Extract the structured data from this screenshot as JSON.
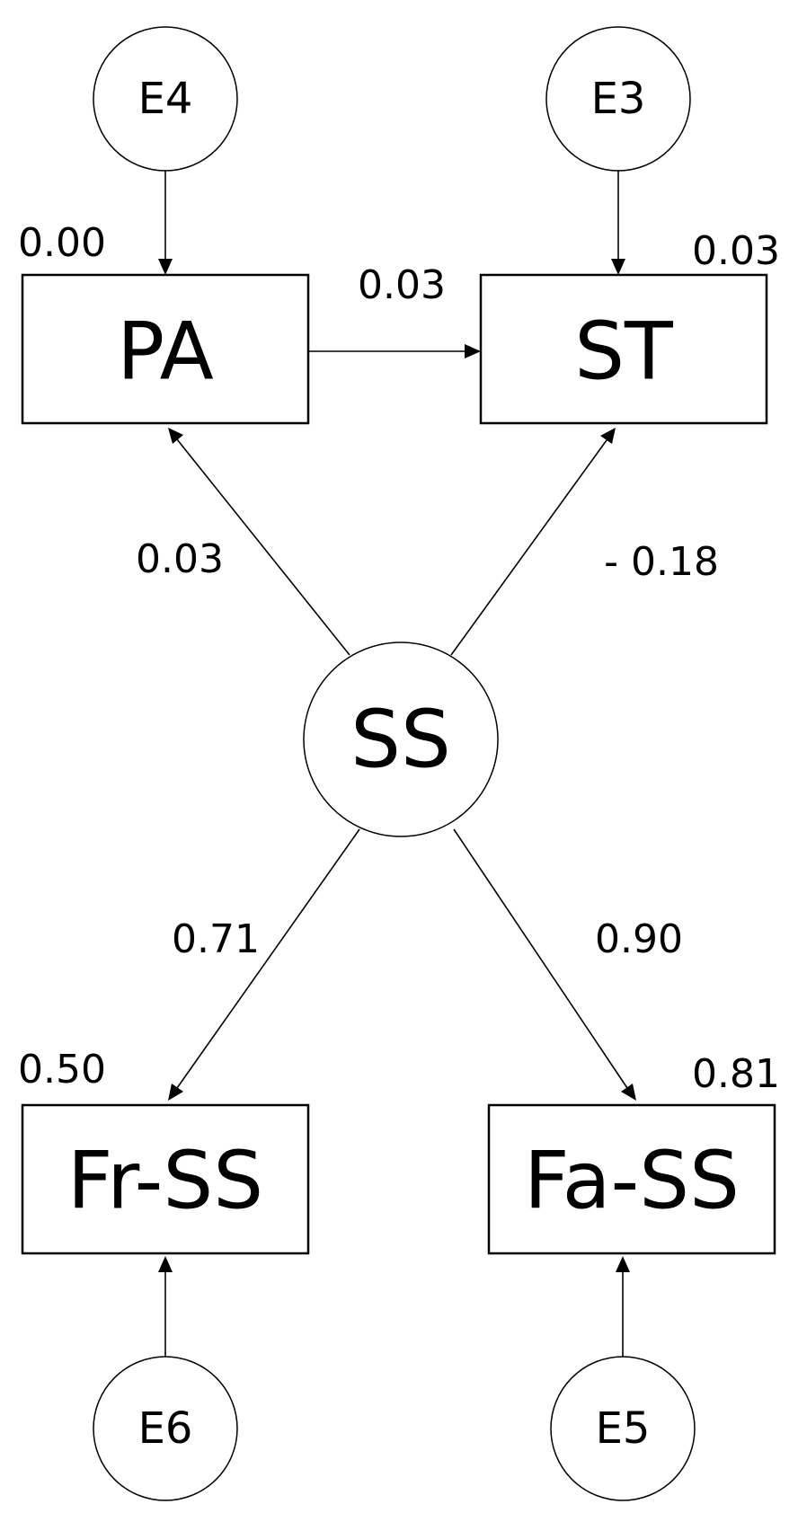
{
  "nodes": {
    "pa": "PA",
    "st": "ST",
    "ss": "SS",
    "fr_ss": "Fr-SS",
    "fa_ss": "Fa-SS",
    "e4": "E4",
    "e3": "E3",
    "e6": "E6",
    "e5": "E5"
  },
  "values": {
    "pa_r2": "0.00",
    "st_r2": "0.03",
    "pa_to_st": "0.03",
    "ss_to_pa": "0.03",
    "ss_to_st": "- 0.18",
    "ss_to_fr_ss": "0.71",
    "ss_to_fa_ss": "0.90",
    "fr_ss_r2": "0.50",
    "fa_ss_r2": "0.81"
  }
}
